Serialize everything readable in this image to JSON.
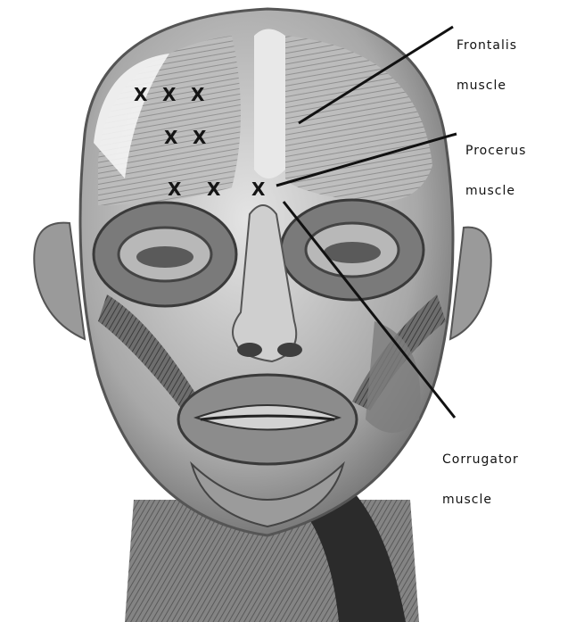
{
  "diagram": {
    "labels": {
      "frontalis": {
        "line1": "Frontalis",
        "line2": "muscle"
      },
      "procerus": {
        "line1": "Procerus",
        "line2": "muscle"
      },
      "corrugator": {
        "line1": "Corrugator",
        "line2": "muscle"
      }
    },
    "injection_marker": "X",
    "injection_site_count": 8,
    "colors": {
      "background": "#ffffff",
      "ink": "#111111",
      "muscle_light": "#d9d9d9",
      "muscle_dark": "#4a4a4a"
    }
  }
}
